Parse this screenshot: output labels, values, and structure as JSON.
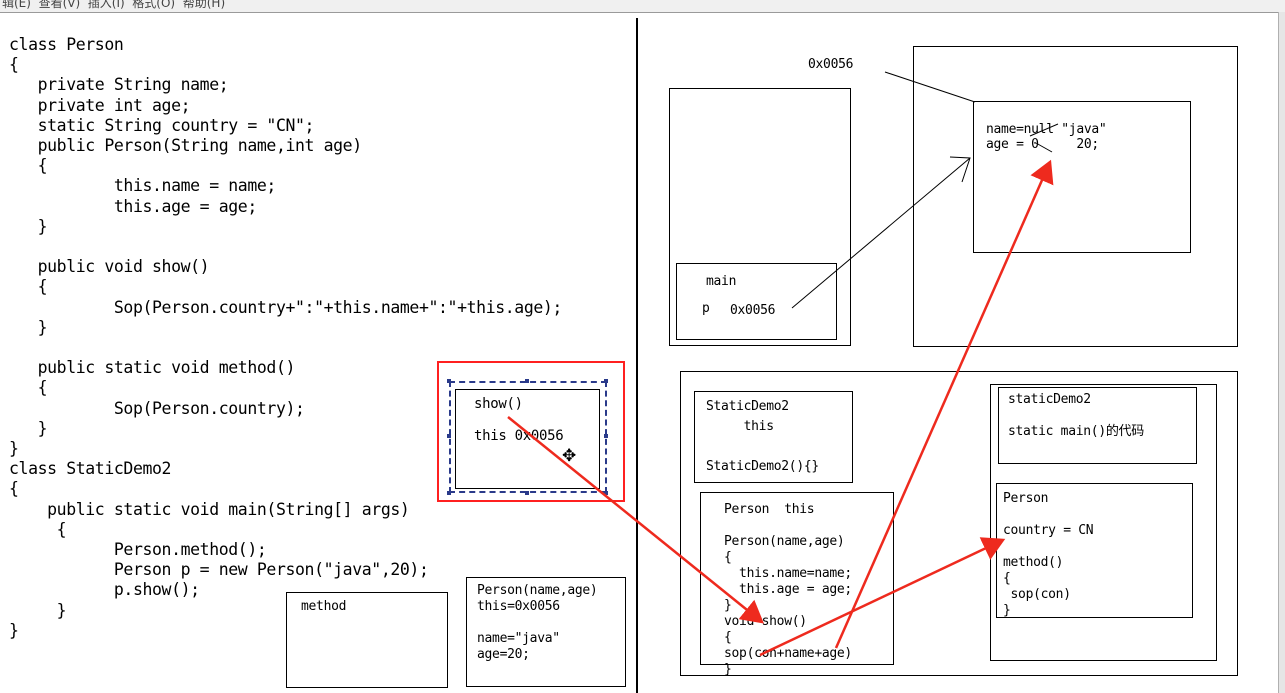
{
  "menubar": {
    "text": "辑(E)  查看(V)  插入(I)  格式(O)  帮助(H)"
  },
  "code": {
    "lines": [
      "class Person",
      "{",
      "   private String name;",
      "   private int age;",
      "   static String country = \"CN\";",
      "   public Person(String name,int age)",
      "   {",
      "           this.name = name;",
      "           this.age = age;",
      "   }",
      "",
      "   public void show()",
      "   {",
      "           Sop(Person.country+\":\"+this.name+\":\"+this.age);",
      "   }",
      "",
      "   public static void method()",
      "   {",
      "           Sop(Person.country);",
      "   }",
      "}",
      "class StaticDemo2",
      "{",
      "    public static void main(String[] args)",
      "     {",
      "           Person.method();",
      "           Person p = new Person(\"java\",20);",
      "           p.show();",
      "     }",
      "}"
    ]
  },
  "left_boxes": {
    "show_frame": {
      "line1": "show()",
      "line2": "this 0x0056"
    },
    "method_frame": {
      "label": "method"
    },
    "constructor_frame": {
      "lines": [
        "Person(name,age)",
        "this=0x0056",
        "",
        "name=\"java\"",
        "age=20;"
      ]
    }
  },
  "heap": {
    "address_label": "0x0056",
    "object_lines": [
      "name=null \"java\"",
      "age = 0     20;"
    ]
  },
  "stack": {
    "main_frame": {
      "title": "main",
      "var_name": "p",
      "var_value": "0x0056"
    }
  },
  "method_area": {
    "staticdemo2_class": {
      "lines": [
        "StaticDemo2",
        "     this",
        "",
        "StaticDemo2(){}"
      ]
    },
    "person_class": {
      "lines": [
        "Person  this",
        "",
        "Person(name,age)",
        "{",
        "  this.name=name;",
        "  this.age = age;",
        "}",
        "void show()",
        "{",
        "sop(con+name+age)",
        "}"
      ]
    },
    "static_area_main": {
      "lines": [
        "staticDemo2",
        "",
        "static main()的代码"
      ]
    },
    "static_area_person": {
      "lines": [
        "Person",
        "",
        "country = CN",
        "",
        "method()",
        "{",
        " sop(con)",
        "}"
      ]
    }
  },
  "colors": {
    "arrow_red": "#ee2a1e",
    "selection_red": "#ff2020",
    "handles_blue": "#2a3a8a"
  }
}
